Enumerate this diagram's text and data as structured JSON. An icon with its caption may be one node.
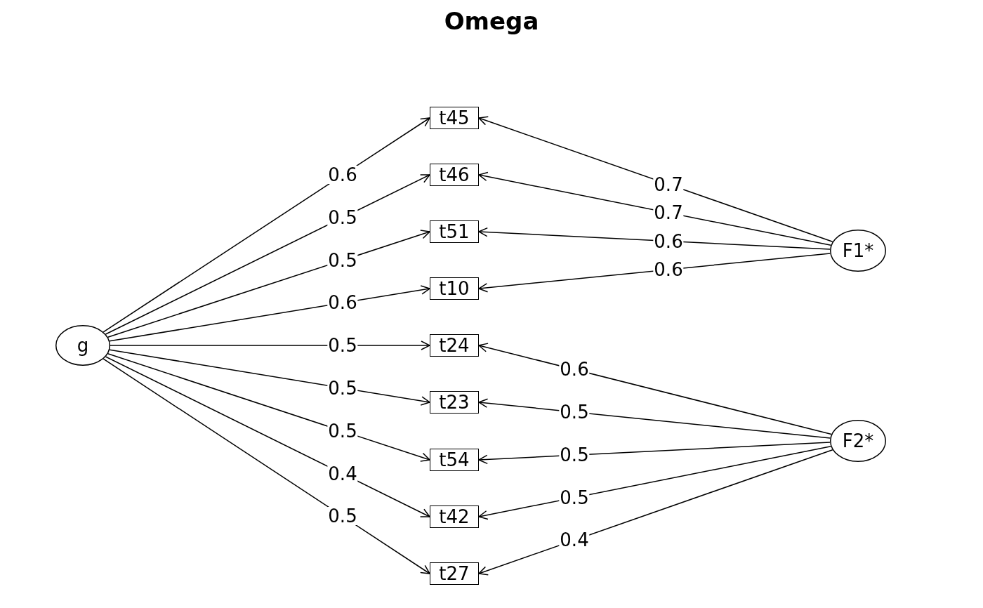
{
  "diagram": {
    "title": "Omega",
    "nodes": [
      {
        "text": [
          "g"
        ]
      },
      {
        "text": [
          "t45"
        ]
      },
      {
        "text": [
          "t46"
        ]
      },
      {
        "text": [
          "t51"
        ]
      },
      {
        "text": [
          "t10"
        ]
      },
      {
        "text": [
          "t24"
        ]
      },
      {
        "text": [
          "t23"
        ]
      },
      {
        "text": [
          "t54"
        ]
      },
      {
        "text": [
          "t42"
        ]
      },
      {
        "text": [
          "t27"
        ]
      },
      {
        "text": [
          "F1*"
        ]
      },
      {
        "text": [
          "F2*"
        ]
      }
    ],
    "edges": [
      {
        "from": 0,
        "to": 1,
        "arrow": "to",
        "label": "0.6"
      },
      {
        "from": 0,
        "to": 2,
        "arrow": "to",
        "label": "0.5"
      },
      {
        "from": 0,
        "to": 3,
        "arrow": "to",
        "label": "0.5"
      },
      {
        "from": 0,
        "to": 4,
        "arrow": "to",
        "label": "0.6"
      },
      {
        "from": 0,
        "to": 5,
        "arrow": "to",
        "label": "0.5"
      },
      {
        "from": 0,
        "to": 6,
        "arrow": "to",
        "label": "0.5"
      },
      {
        "from": 0,
        "to": 7,
        "arrow": "to",
        "label": "0.5"
      },
      {
        "from": 0,
        "to": 8,
        "arrow": "to",
        "label": "0.4"
      },
      {
        "from": 0,
        "to": 9,
        "arrow": "to",
        "label": "0.5"
      },
      {
        "from": 10,
        "to": 1,
        "arrow": "to",
        "label": "0.7"
      },
      {
        "from": 10,
        "to": 2,
        "arrow": "to",
        "label": "0.7"
      },
      {
        "from": 10,
        "to": 3,
        "arrow": "to",
        "label": "0.6"
      },
      {
        "from": 10,
        "to": 4,
        "arrow": "to",
        "label": "0.6"
      },
      {
        "from": 11,
        "to": 5,
        "arrow": "to",
        "label": "0.6"
      },
      {
        "from": 11,
        "to": 6,
        "arrow": "to",
        "label": "0.5"
      },
      {
        "from": 11,
        "to": 7,
        "arrow": "to",
        "label": "0.5"
      },
      {
        "from": 11,
        "to": 8,
        "arrow": "to",
        "label": "0.5"
      },
      {
        "from": 11,
        "to": 9,
        "arrow": "to",
        "label": "0.4"
      }
    ]
  }
}
